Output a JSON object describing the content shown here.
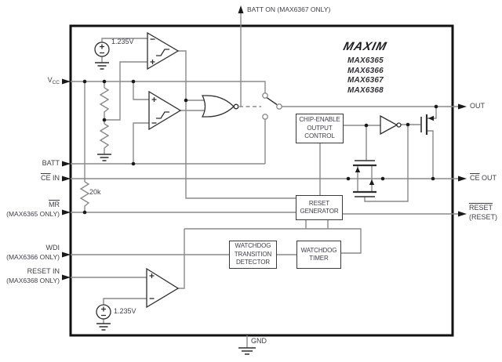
{
  "logo": {
    "brand": "MAXIM",
    "parts": [
      "MAX6365",
      "MAX6366",
      "MAX6367",
      "MAX6368"
    ]
  },
  "pins": {
    "batt_on": "BATT ON (MAX6367 ONLY)",
    "vcc": {
      "main": "V",
      "sub": "CC"
    },
    "batt": "BATT",
    "ce_in": {
      "bar": "CE",
      "rest": " IN"
    },
    "mr": {
      "bar": "MR",
      "note": "(MAX6365 ONLY)"
    },
    "wdi": {
      "label": "WDI",
      "note": "(MAX6366 ONLY)"
    },
    "reset_in": {
      "label": "RESET IN",
      "note": "(MAX6368 ONLY)"
    },
    "out": "OUT",
    "ce_out": {
      "bar": "CE",
      "rest": " OUT"
    },
    "reset": {
      "bar": "RESET",
      "alt": "(RESET)"
    },
    "gnd": "GND"
  },
  "blocks": {
    "chip_enable_output_control": "CHIP-ENABLE\nOUTPUT\nCONTROL",
    "reset_generator": "RESET\nGENERATOR",
    "watchdog_transition_detector": "WATCHDOG\nTRANSITION\nDETECTOR",
    "watchdog_timer": "WATCHDOG\nTIMER"
  },
  "components": {
    "vref_top": "1.235V",
    "vref_bottom": "1.235V",
    "mr_pullup": "20k"
  },
  "colors": {
    "wire": "#8a8a8a",
    "component": "#2e2e2e",
    "border": "#111111",
    "text": "#3e3e46"
  }
}
